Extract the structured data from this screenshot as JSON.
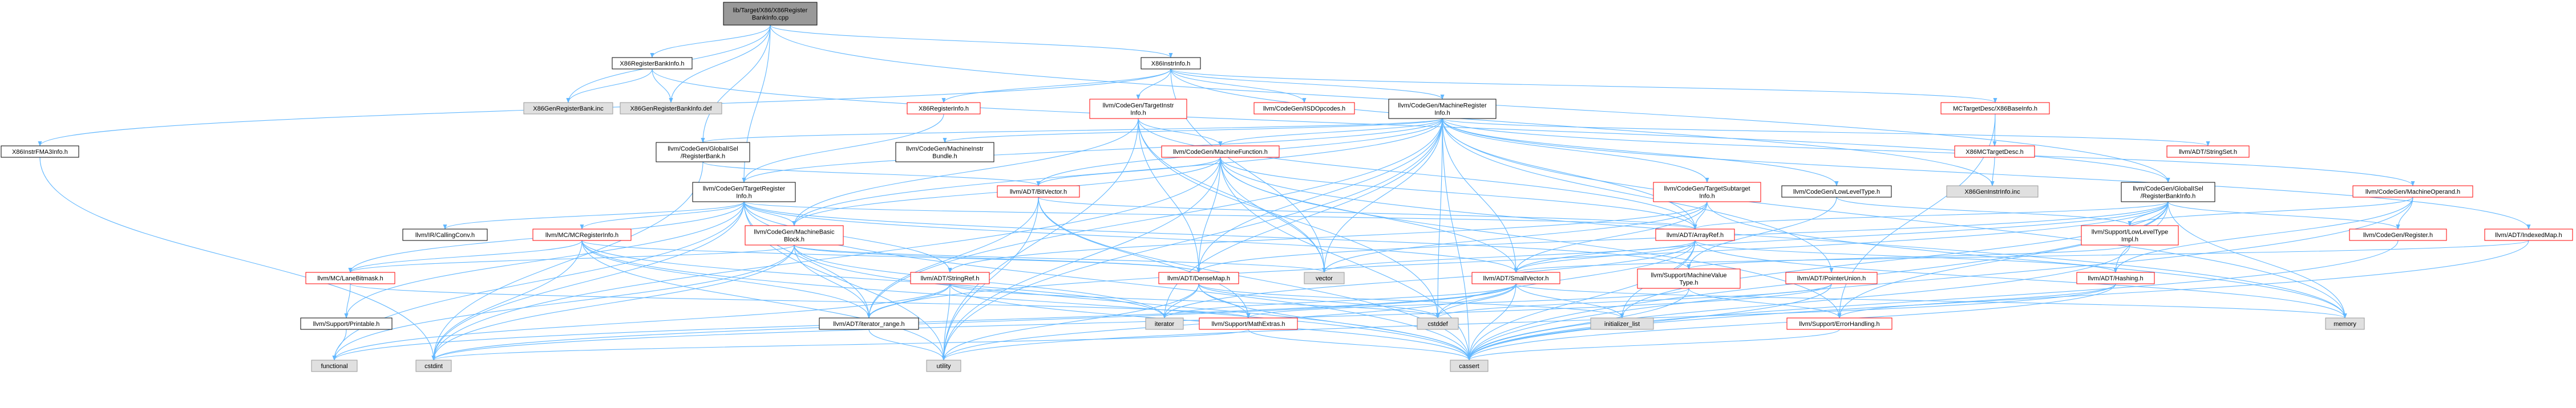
{
  "title": "lib/Target/X86/X86RegisterBankInfo.cpp",
  "colors": {
    "edge": "#63b8ff",
    "root_fill": "#999999",
    "ext_fill": "#e0e0e0",
    "header_fill": "#ffffff",
    "border_black": "#000000",
    "border_red": "#ff0000",
    "border_gray": "#999999"
  },
  "nodes": [
    {
      "id": "n-root",
      "lines": [
        "lib/Target/X86/X86Register",
        "BankInfo.cpp"
      ],
      "style": "root"
    },
    {
      "id": "n-x86regbankinfo-h",
      "lines": [
        "X86RegisterBankInfo.h"
      ],
      "style": "black"
    },
    {
      "id": "n-x86geninstrinfo-inc",
      "lines": [
        "X86GenInstrInfo.inc"
      ],
      "style": "ext"
    },
    {
      "id": "n-x86genregbank-inc",
      "lines": [
        "X86GenRegisterBank.inc"
      ],
      "style": "ext"
    },
    {
      "id": "n-x86genregbankinfo-def",
      "lines": [
        "X86GenRegisterBankInfo.def"
      ],
      "style": "ext"
    },
    {
      "id": "n-x86instrinfo-h",
      "lines": [
        "X86InstrInfo.h"
      ],
      "style": "black"
    },
    {
      "id": "n-x86instrfma3info-h",
      "lines": [
        "X86InstrFMA3Info.h"
      ],
      "style": "black"
    },
    {
      "id": "n-x86registerinfo-h",
      "lines": [
        "X86RegisterInfo.h"
      ],
      "style": "red"
    },
    {
      "id": "n-targetinstrinfo-h",
      "lines": [
        "llvm/CodeGen/TargetInstr",
        "Info.h"
      ],
      "style": "red"
    },
    {
      "id": "n-isdopcodes-h",
      "lines": [
        "llvm/CodeGen/ISDOpcodes.h"
      ],
      "style": "red"
    },
    {
      "id": "n-machineregisterinfo-h",
      "lines": [
        "llvm/CodeGen/MachineRegister",
        "Info.h"
      ],
      "style": "black"
    },
    {
      "id": "n-x86baseinfo-h",
      "lines": [
        "MCTargetDesc/X86BaseInfo.h"
      ],
      "style": "red"
    },
    {
      "id": "n-x86mctargetdesc-h",
      "lines": [
        "X86MCTargetDesc.h"
      ],
      "style": "red"
    },
    {
      "id": "n-globalisel-registerbank-h",
      "lines": [
        "llvm/CodeGen/GlobalISel",
        "/RegisterBank.h"
      ],
      "style": "black"
    },
    {
      "id": "n-machineinstrbundle-h",
      "lines": [
        "llvm/CodeGen/MachineInstr",
        "Bundle.h"
      ],
      "style": "black"
    },
    {
      "id": "n-machinefunction-h",
      "lines": [
        "llvm/CodeGen/MachineFunction.h"
      ],
      "style": "red"
    },
    {
      "id": "n-targetsubtargetinfo-h",
      "lines": [
        "llvm/CodeGen/TargetSubtarget",
        "Info.h"
      ],
      "style": "red"
    },
    {
      "id": "n-lowleveltype-h",
      "lines": [
        "llvm/CodeGen/LowLevelType.h"
      ],
      "style": "black"
    },
    {
      "id": "n-globalisel-registerbankinfo-h",
      "lines": [
        "llvm/CodeGen/GlobalISel",
        "/RegisterBankInfo.h"
      ],
      "style": "black"
    },
    {
      "id": "n-stringset-h",
      "lines": [
        "llvm/ADT/StringSet.h"
      ],
      "style": "red"
    },
    {
      "id": "n-machineoperand-h",
      "lines": [
        "llvm/CodeGen/MachineOperand.h"
      ],
      "style": "red"
    },
    {
      "id": "n-targetregisterinfo-h",
      "lines": [
        "llvm/CodeGen/TargetRegister",
        "Info.h"
      ],
      "style": "black"
    },
    {
      "id": "n-bitvector-h",
      "lines": [
        "llvm/ADT/BitVector.h"
      ],
      "style": "red"
    },
    {
      "id": "n-callingconv-h",
      "lines": [
        "llvm/IR/CallingConv.h"
      ],
      "style": "black"
    },
    {
      "id": "n-mcregisterinfo-h",
      "lines": [
        "llvm/MC/MCRegisterInfo.h"
      ],
      "style": "red"
    },
    {
      "id": "n-machinebasicblock-h",
      "lines": [
        "llvm/CodeGen/MachineBasic",
        "Block.h"
      ],
      "style": "red"
    },
    {
      "id": "n-arrayref-h",
      "lines": [
        "llvm/ADT/ArrayRef.h"
      ],
      "style": "red"
    },
    {
      "id": "n-lowleveltypeimpl-h",
      "lines": [
        "llvm/Support/LowLevelType",
        "Impl.h"
      ],
      "style": "red"
    },
    {
      "id": "n-codegen-register-h",
      "lines": [
        "llvm/CodeGen/Register.h"
      ],
      "style": "red"
    },
    {
      "id": "n-indexedmap-h",
      "lines": [
        "llvm/ADT/IndexedMap.h"
      ],
      "style": "red"
    },
    {
      "id": "n-lanebitmask-h",
      "lines": [
        "llvm/MC/LaneBitmask.h"
      ],
      "style": "red"
    },
    {
      "id": "n-stringref-h",
      "lines": [
        "llvm/ADT/StringRef.h"
      ],
      "style": "red"
    },
    {
      "id": "n-densemap-h",
      "lines": [
        "llvm/ADT/DenseMap.h"
      ],
      "style": "red"
    },
    {
      "id": "n-vector",
      "lines": [
        "vector"
      ],
      "style": "ext"
    },
    {
      "id": "n-smallvector-h",
      "lines": [
        "llvm/ADT/SmallVector.h"
      ],
      "style": "red"
    },
    {
      "id": "n-machinevaluetype-h",
      "lines": [
        "llvm/Support/MachineValue",
        "Type.h"
      ],
      "style": "red"
    },
    {
      "id": "n-pointerunion-h",
      "lines": [
        "llvm/ADT/PointerUnion.h"
      ],
      "style": "red"
    },
    {
      "id": "n-hashing-h",
      "lines": [
        "llvm/ADT/Hashing.h"
      ],
      "style": "red"
    },
    {
      "id": "n-printable-h",
      "lines": [
        "llvm/Support/Printable.h"
      ],
      "style": "black"
    },
    {
      "id": "n-iterator-range-h",
      "lines": [
        "llvm/ADT/iterator_range.h"
      ],
      "style": "black"
    },
    {
      "id": "n-iterator",
      "lines": [
        "iterator"
      ],
      "style": "ext"
    },
    {
      "id": "n-mathextras-h",
      "lines": [
        "llvm/Support/MathExtras.h"
      ],
      "style": "red"
    },
    {
      "id": "n-cstddef",
      "lines": [
        "cstddef"
      ],
      "style": "ext"
    },
    {
      "id": "n-initializer-list",
      "lines": [
        "initializer_list"
      ],
      "style": "ext"
    },
    {
      "id": "n-errorhandling-h",
      "lines": [
        "llvm/Support/ErrorHandling.h"
      ],
      "style": "red"
    },
    {
      "id": "n-memory",
      "lines": [
        "memory"
      ],
      "style": "ext"
    },
    {
      "id": "n-functional",
      "lines": [
        "functional"
      ],
      "style": "ext"
    },
    {
      "id": "n-cstdint",
      "lines": [
        "cstdint"
      ],
      "style": "ext"
    },
    {
      "id": "n-utility",
      "lines": [
        "utility"
      ],
      "style": "ext"
    },
    {
      "id": "n-cassert",
      "lines": [
        "cassert"
      ],
      "style": "ext"
    }
  ],
  "edges": [
    [
      "n-root",
      "n-x86regbankinfo-h"
    ],
    [
      "n-root",
      "n-x86instrinfo-h"
    ],
    [
      "n-root",
      "n-globalisel-registerbank-h"
    ],
    [
      "n-root",
      "n-targetregisterinfo-h"
    ],
    [
      "n-root",
      "n-x86genregbank-inc"
    ],
    [
      "n-root",
      "n-x86genregbankinfo-def"
    ],
    [
      "n-root",
      "n-globalisel-registerbankinfo-h"
    ],
    [
      "n-x86regbankinfo-h",
      "n-x86genregbank-inc"
    ],
    [
      "n-x86regbankinfo-h",
      "n-x86genregbankinfo-def"
    ],
    [
      "n-x86regbankinfo-h",
      "n-globalisel-registerbankinfo-h"
    ],
    [
      "n-x86instrinfo-h",
      "n-x86instrfma3info-h"
    ],
    [
      "n-x86instrinfo-h",
      "n-x86registerinfo-h"
    ],
    [
      "n-x86instrinfo-h",
      "n-targetinstrinfo-h"
    ],
    [
      "n-x86instrinfo-h",
      "n-isdopcodes-h"
    ],
    [
      "n-x86instrinfo-h",
      "n-machineregisterinfo-h"
    ],
    [
      "n-x86instrinfo-h",
      "n-x86baseinfo-h"
    ],
    [
      "n-x86instrinfo-h",
      "n-x86geninstrinfo-inc"
    ],
    [
      "n-x86instrinfo-h",
      "n-vector"
    ],
    [
      "n-x86instrfma3info-h",
      "n-cstdint"
    ],
    [
      "n-x86registerinfo-h",
      "n-targetregisterinfo-h"
    ],
    [
      "n-targetinstrinfo-h",
      "n-machinefunction-h"
    ],
    [
      "n-targetinstrinfo-h",
      "n-arrayref-h"
    ],
    [
      "n-targetinstrinfo-h",
      "n-densemap-h"
    ],
    [
      "n-targetinstrinfo-h",
      "n-machinebasicblock-h"
    ],
    [
      "n-targetinstrinfo-h",
      "n-cstddef"
    ],
    [
      "n-targetinstrinfo-h",
      "n-utility"
    ],
    [
      "n-targetinstrinfo-h",
      "n-vector"
    ],
    [
      "n-machineregisterinfo-h",
      "n-machinefunction-h"
    ],
    [
      "n-machineregisterinfo-h",
      "n-machineinstrbundle-h"
    ],
    [
      "n-machineregisterinfo-h",
      "n-arrayref-h"
    ],
    [
      "n-machineregisterinfo-h",
      "n-bitvector-h"
    ],
    [
      "n-machineregisterinfo-h",
      "n-targetsubtargetinfo-h"
    ],
    [
      "n-machineregisterinfo-h",
      "n-lowleveltype-h"
    ],
    [
      "n-machineregisterinfo-h",
      "n-stringset-h"
    ],
    [
      "n-machineregisterinfo-h",
      "n-machineoperand-h"
    ],
    [
      "n-machineregisterinfo-h",
      "n-indexedmap-h"
    ],
    [
      "n-machineregisterinfo-h",
      "n-globalisel-registerbank-h"
    ],
    [
      "n-machineregisterinfo-h",
      "n-targetregisterinfo-h"
    ],
    [
      "n-machineregisterinfo-h",
      "n-densemap-h"
    ],
    [
      "n-machineregisterinfo-h",
      "n-smallvector-h"
    ],
    [
      "n-machineregisterinfo-h",
      "n-pointerunion-h"
    ],
    [
      "n-machineregisterinfo-h",
      "n-memory"
    ],
    [
      "n-machineregisterinfo-h",
      "n-cassert"
    ],
    [
      "n-machineregisterinfo-h",
      "n-cstddef"
    ],
    [
      "n-machineregisterinfo-h",
      "n-iterator"
    ],
    [
      "n-machineregisterinfo-h",
      "n-utility"
    ],
    [
      "n-machineregisterinfo-h",
      "n-vector"
    ],
    [
      "n-machineregisterinfo-h",
      "n-machinebasicblock-h"
    ],
    [
      "n-machineregisterinfo-h",
      "n-iterator-range-h"
    ],
    [
      "n-x86baseinfo-h",
      "n-x86mctargetdesc-h"
    ],
    [
      "n-x86mctargetdesc-h",
      "n-x86geninstrinfo-inc"
    ],
    [
      "n-x86baseinfo-h",
      "n-errorhandling-h"
    ],
    [
      "n-globalisel-registerbank-h",
      "n-bitvector-h"
    ],
    [
      "n-globalisel-registerbank-h",
      "n-cstdint"
    ],
    [
      "n-machinefunction-h",
      "n-arrayref-h"
    ],
    [
      "n-machinefunction-h",
      "n-bitvector-h"
    ],
    [
      "n-machinefunction-h",
      "n-densemap-h"
    ],
    [
      "n-machinefunction-h",
      "n-smallvector-h"
    ],
    [
      "n-machinefunction-h",
      "n-machinebasicblock-h"
    ],
    [
      "n-machinefunction-h",
      "n-errorhandling-h"
    ],
    [
      "n-machinefunction-h",
      "n-cassert"
    ],
    [
      "n-machinefunction-h",
      "n-cstdint"
    ],
    [
      "n-machinefunction-h",
      "n-memory"
    ],
    [
      "n-machinefunction-h",
      "n-utility"
    ],
    [
      "n-machinefunction-h",
      "n-vector"
    ],
    [
      "n-targetsubtargetinfo-h",
      "n-arrayref-h"
    ],
    [
      "n-targetsubtargetinfo-h",
      "n-smallvector-h"
    ],
    [
      "n-targetsubtargetinfo-h",
      "n-stringref-h"
    ],
    [
      "n-targetsubtargetinfo-h",
      "n-memory"
    ],
    [
      "n-targetsubtargetinfo-h",
      "n-vector"
    ],
    [
      "n-lowleveltype-h",
      "n-lowleveltypeimpl-h"
    ],
    [
      "n-lowleveltype-h",
      "n-machinevaluetype-h"
    ],
    [
      "n-globalisel-registerbankinfo-h",
      "n-arrayref-h"
    ],
    [
      "n-globalisel-registerbankinfo-h",
      "n-densemap-h"
    ],
    [
      "n-globalisel-registerbankinfo-h",
      "n-hashing-h"
    ],
    [
      "n-globalisel-registerbankinfo-h",
      "n-smallvector-h"
    ],
    [
      "n-globalisel-registerbankinfo-h",
      "n-iterator-range-h"
    ],
    [
      "n-globalisel-registerbankinfo-h",
      "n-codegen-register-h"
    ],
    [
      "n-globalisel-registerbankinfo-h",
      "n-lowleveltypeimpl-h"
    ],
    [
      "n-globalisel-registerbankinfo-h",
      "n-errorhandling-h"
    ],
    [
      "n-globalisel-registerbankinfo-h",
      "n-cassert"
    ],
    [
      "n-globalisel-registerbankinfo-h",
      "n-initializer-list"
    ],
    [
      "n-globalisel-registerbankinfo-h",
      "n-memory"
    ],
    [
      "n-machineoperand-h",
      "n-codegen-register-h"
    ],
    [
      "n-machineoperand-h",
      "n-lowleveltypeimpl-h"
    ],
    [
      "n-machineoperand-h",
      "n-cassert"
    ],
    [
      "n-machineoperand-h",
      "n-hashing-h"
    ],
    [
      "n-targetregisterinfo-h",
      "n-arrayref-h"
    ],
    [
      "n-targetregisterinfo-h",
      "n-smallvector-h"
    ],
    [
      "n-targetregisterinfo-h",
      "n-stringref-h"
    ],
    [
      "n-targetregisterinfo-h",
      "n-iterator-range-h"
    ],
    [
      "n-targetregisterinfo-h",
      "n-machinebasicblock-h"
    ],
    [
      "n-targetregisterinfo-h",
      "n-callingconv-h"
    ],
    [
      "n-targetregisterinfo-h",
      "n-mcregisterinfo-h"
    ],
    [
      "n-targetregisterinfo-h",
      "n-lanebitmask-h"
    ],
    [
      "n-targetregisterinfo-h",
      "n-printable-h"
    ],
    [
      "n-targetregisterinfo-h",
      "n-machinevaluetype-h"
    ],
    [
      "n-targetregisterinfo-h",
      "n-cassert"
    ],
    [
      "n-targetregisterinfo-h",
      "n-cstdint"
    ],
    [
      "n-targetregisterinfo-h",
      "n-functional"
    ],
    [
      "n-targetregisterinfo-h",
      "n-utility"
    ],
    [
      "n-bitvector-h",
      "n-arrayref-h"
    ],
    [
      "n-bitvector-h",
      "n-iterator-range-h"
    ],
    [
      "n-bitvector-h",
      "n-mathextras-h"
    ],
    [
      "n-bitvector-h",
      "n-cassert"
    ],
    [
      "n-bitvector-h",
      "n-utility"
    ],
    [
      "n-mcregisterinfo-h",
      "n-densemap-h"
    ],
    [
      "n-mcregisterinfo-h",
      "n-iterator-range-h"
    ],
    [
      "n-mcregisterinfo-h",
      "n-lanebitmask-h"
    ],
    [
      "n-mcregisterinfo-h",
      "n-cassert"
    ],
    [
      "n-mcregisterinfo-h",
      "n-cstdint"
    ],
    [
      "n-mcregisterinfo-h",
      "n-iterator"
    ],
    [
      "n-mcregisterinfo-h",
      "n-utility"
    ],
    [
      "n-machinebasicblock-h",
      "n-iterator-range-h"
    ],
    [
      "n-machinebasicblock-h",
      "n-lanebitmask-h"
    ],
    [
      "n-machinebasicblock-h",
      "n-cassert"
    ],
    [
      "n-machinebasicblock-h",
      "n-cstdint"
    ],
    [
      "n-machinebasicblock-h",
      "n-functional"
    ],
    [
      "n-machinebasicblock-h",
      "n-iterator"
    ],
    [
      "n-machinebasicblock-h",
      "n-vector"
    ],
    [
      "n-machinebasicblock-h",
      "n-densemap-h"
    ],
    [
      "n-arrayref-h",
      "n-hashing-h"
    ],
    [
      "n-arrayref-h",
      "n-smallvector-h"
    ],
    [
      "n-arrayref-h",
      "n-cassert"
    ],
    [
      "n-arrayref-h",
      "n-cstddef"
    ],
    [
      "n-arrayref-h",
      "n-initializer-list"
    ],
    [
      "n-arrayref-h",
      "n-iterator"
    ],
    [
      "n-arrayref-h",
      "n-memory"
    ],
    [
      "n-arrayref-h",
      "n-vector"
    ],
    [
      "n-lowleveltypeimpl-h",
      "n-machinevaluetype-h"
    ],
    [
      "n-lowleveltypeimpl-h",
      "n-cassert"
    ],
    [
      "n-codegen-register-h",
      "n-cassert"
    ],
    [
      "n-indexedmap-h",
      "n-smallvector-h"
    ],
    [
      "n-indexedmap-h",
      "n-cassert"
    ],
    [
      "n-lanebitmask-h",
      "n-printable-h"
    ],
    [
      "n-lanebitmask-h",
      "n-mathextras-h"
    ],
    [
      "n-stringref-h",
      "n-iterator-range-h"
    ],
    [
      "n-stringref-h",
      "n-cassert"
    ],
    [
      "n-stringref-h",
      "n-cstddef"
    ],
    [
      "n-stringref-h",
      "n-utility"
    ],
    [
      "n-stringref-h",
      "n-functional"
    ],
    [
      "n-densemap-h",
      "n-mathextras-h"
    ],
    [
      "n-densemap-h",
      "n-cassert"
    ],
    [
      "n-densemap-h",
      "n-cstddef"
    ],
    [
      "n-densemap-h",
      "n-initializer-list"
    ],
    [
      "n-densemap-h",
      "n-iterator"
    ],
    [
      "n-densemap-h",
      "n-utility"
    ],
    [
      "n-smallvector-h",
      "n-cassert"
    ],
    [
      "n-smallvector-h",
      "n-cstddef"
    ],
    [
      "n-smallvector-h",
      "n-cstdint"
    ],
    [
      "n-smallvector-h",
      "n-initializer-list"
    ],
    [
      "n-smallvector-h",
      "n-iterator"
    ],
    [
      "n-smallvector-h",
      "n-memory"
    ],
    [
      "n-smallvector-h",
      "n-utility"
    ],
    [
      "n-smallvector-h",
      "n-functional"
    ],
    [
      "n-machinevaluetype-h",
      "n-errorhandling-h"
    ],
    [
      "n-machinevaluetype-h",
      "n-mathextras-h"
    ],
    [
      "n-machinevaluetype-h",
      "n-cassert"
    ],
    [
      "n-pointerunion-h",
      "n-cassert"
    ],
    [
      "n-pointerunion-h",
      "n-cstddef"
    ],
    [
      "n-pointerunion-h",
      "n-cstdint"
    ],
    [
      "n-hashing-h",
      "n-errorhandling-h"
    ],
    [
      "n-hashing-h",
      "n-cassert"
    ],
    [
      "n-hashing-h",
      "n-utility"
    ],
    [
      "n-printable-h",
      "n-functional"
    ],
    [
      "n-iterator-range-h",
      "n-utility"
    ],
    [
      "n-mathextras-h",
      "n-cassert"
    ],
    [
      "n-mathextras-h",
      "n-cstdint"
    ],
    [
      "n-errorhandling-h",
      "n-cassert"
    ]
  ]
}
